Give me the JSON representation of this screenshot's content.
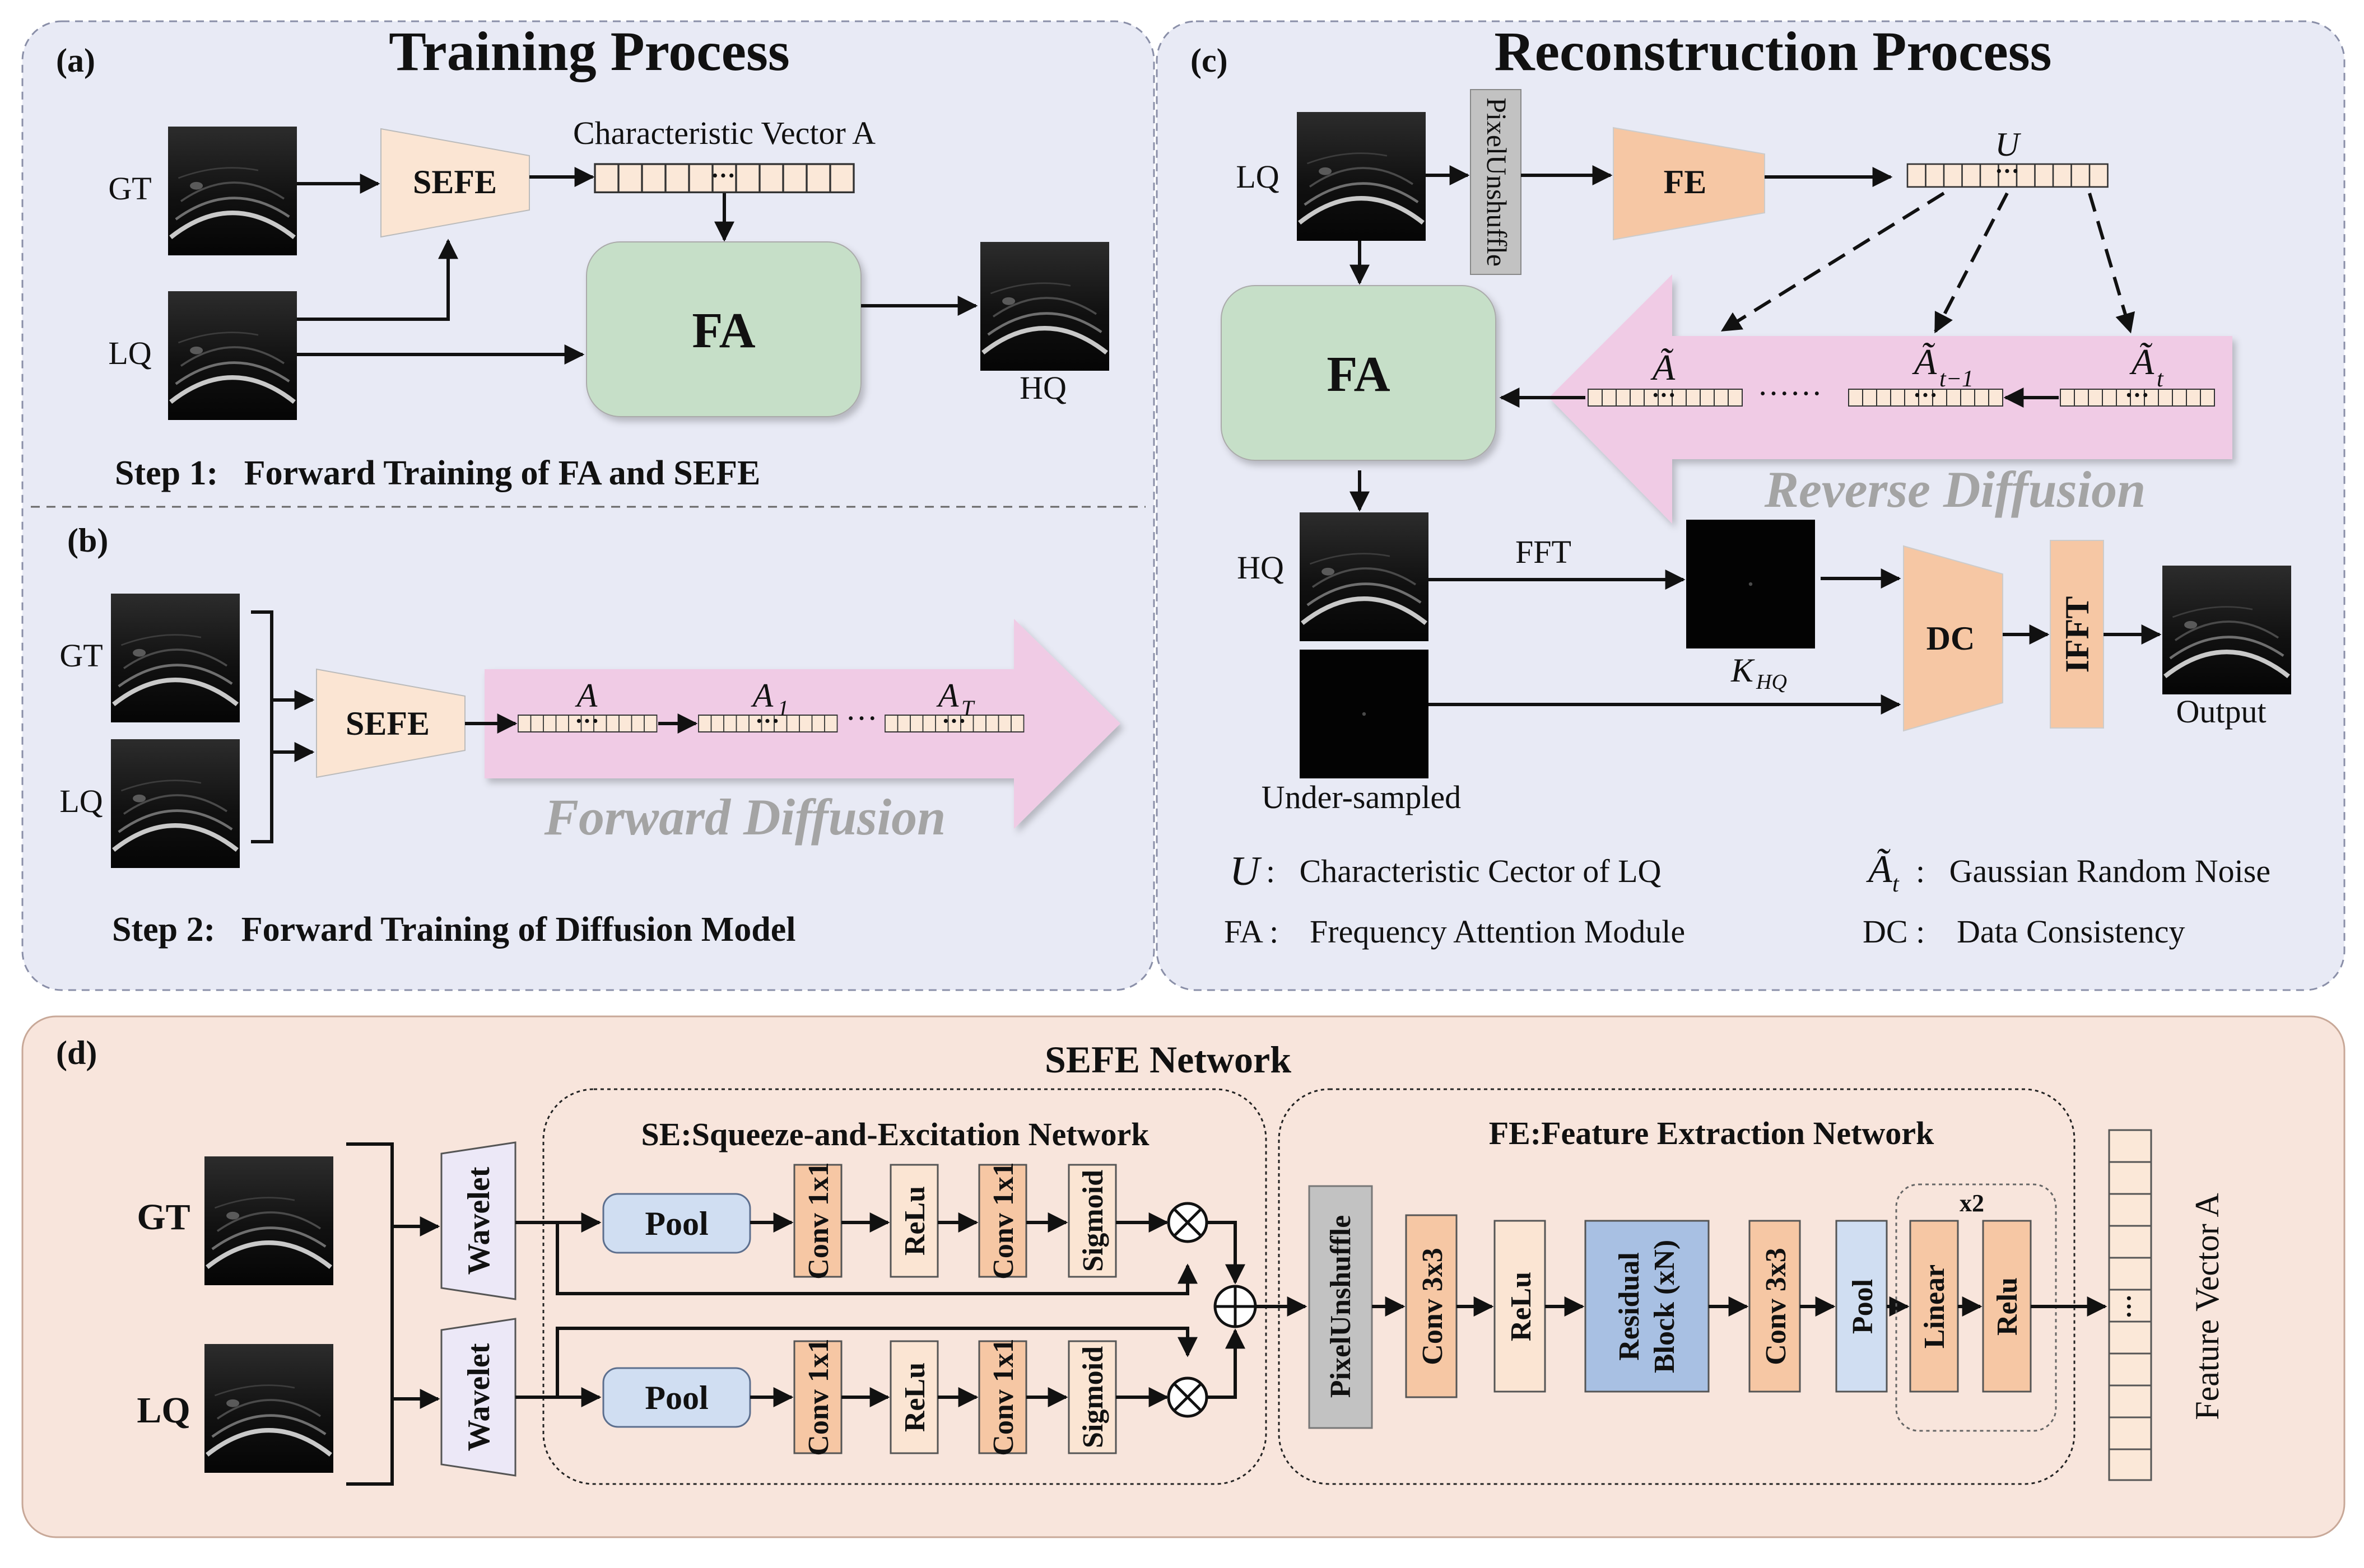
{
  "panels": {
    "a": {
      "label": "(a)",
      "title": "Training Process",
      "gt": "GT",
      "lq": "LQ",
      "sefe": "SEFE",
      "vector_caption": "Characteristic Vector A",
      "fa": "FA",
      "hq": "HQ",
      "step": "Step 1:   Forward Training of FA and SEFE"
    },
    "b": {
      "label": "(b)",
      "gt": "GT",
      "lq": "LQ",
      "sefe": "SEFE",
      "v1": "A",
      "v2": "A",
      "v2_sub": "1",
      "v3": "A",
      "v3_sub": "T",
      "ellipsis": "···",
      "arrow_text": "Forward Diffusion",
      "step": "Step 2:   Forward Training of Diffusion Model"
    },
    "c": {
      "label": "(c)",
      "title": "Reconstruction Process",
      "lq": "LQ",
      "pixel_unshuffle": "PixelUnshuffle",
      "fe": "FE",
      "u": "U",
      "fa": "FA",
      "a_tilde": "Ã",
      "a_tilde_t1": "Ã",
      "a_tilde_t1_sub": "t−1",
      "a_tilde_t": "Ã",
      "a_tilde_t_sub": "t",
      "dots": "······",
      "arrow_text": "Reverse Diffusion",
      "hq": "HQ",
      "fft": "FFT",
      "k": "K",
      "k_sub": "HQ",
      "dc": "DC",
      "ifft": "IFFT",
      "output": "Output",
      "under_sampled": "Under-sampled",
      "legend": {
        "u_sym": "U",
        "u_def": ":   Characteristic Cector of LQ",
        "at_sym": "Ã",
        "at_sub": "t",
        "at_def": ":   Gaussian Random Noise",
        "fa_sym": "FA :",
        "fa_def": "Frequency Attention Module",
        "dc_sym": "DC :",
        "dc_def": "Data Consistency"
      }
    },
    "d": {
      "label": "(d)",
      "title": "SEFE Network",
      "gt": "GT",
      "lq": "LQ",
      "wavelet": "Wavelet",
      "se_title": "SE:Squeeze-and-Excitation Network",
      "fe_title": "FE:Feature Extraction Network",
      "pool": "Pool",
      "conv1x1": "Conv 1x1",
      "relu_se": "ReLu",
      "sigmoid": "Sigmoid",
      "pixel_unshuffle": "PixelUnshuffle",
      "conv3x3": "Conv 3x3",
      "relu_fe": "ReLu",
      "residual_1": "Residual",
      "residual_2": "Block (xN)",
      "pool_fe": "Pool",
      "linear": "Linear",
      "relu_lin": "Relu",
      "x2": "x2",
      "vector_dots": "···",
      "feature_vector": "Feature Vector A"
    }
  },
  "colors": {
    "panel_top_fill": "#e8eaf5",
    "panel_bottom_fill": "#f8e5dc",
    "orange_block": "#f6c7a4",
    "light_orange": "#fbe5d3",
    "green_fa": "#c6dfc8",
    "pink_arrow": "#f0cbe5",
    "blue_pool": "#d0def2",
    "blue_residual": "#a8c0e3",
    "gray_block": "#c2c2c2",
    "vector_fill": "#fbe8d8"
  }
}
